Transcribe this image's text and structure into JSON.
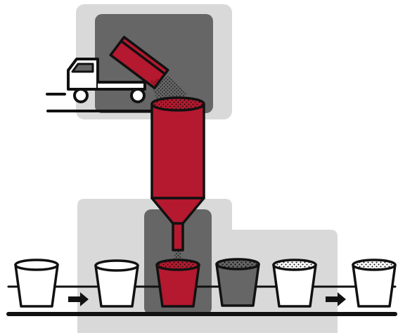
{
  "diagram": {
    "colors": {
      "background": "#ffffff",
      "light_panel": "#d9d9d9",
      "dark_panel": "#666666",
      "product_red": "#b5192f",
      "outline": "#111111",
      "conveyor": "#111111",
      "filled_cup": "#666666",
      "white_cup": "#ffffff"
    },
    "elements": [
      "delivery-truck",
      "tipping-container",
      "powder-stream",
      "storage-silo",
      "dispensing-nozzle",
      "conveyor-belt",
      "cups",
      "direction-arrows"
    ],
    "cups": [
      {
        "state": "empty"
      },
      {
        "state": "empty"
      },
      {
        "state": "filling"
      },
      {
        "state": "filled-dark"
      },
      {
        "state": "filled-speckled"
      },
      {
        "state": "filled-speckled"
      }
    ],
    "arrows": [
      {
        "direction": "right"
      },
      {
        "direction": "right"
      }
    ]
  }
}
